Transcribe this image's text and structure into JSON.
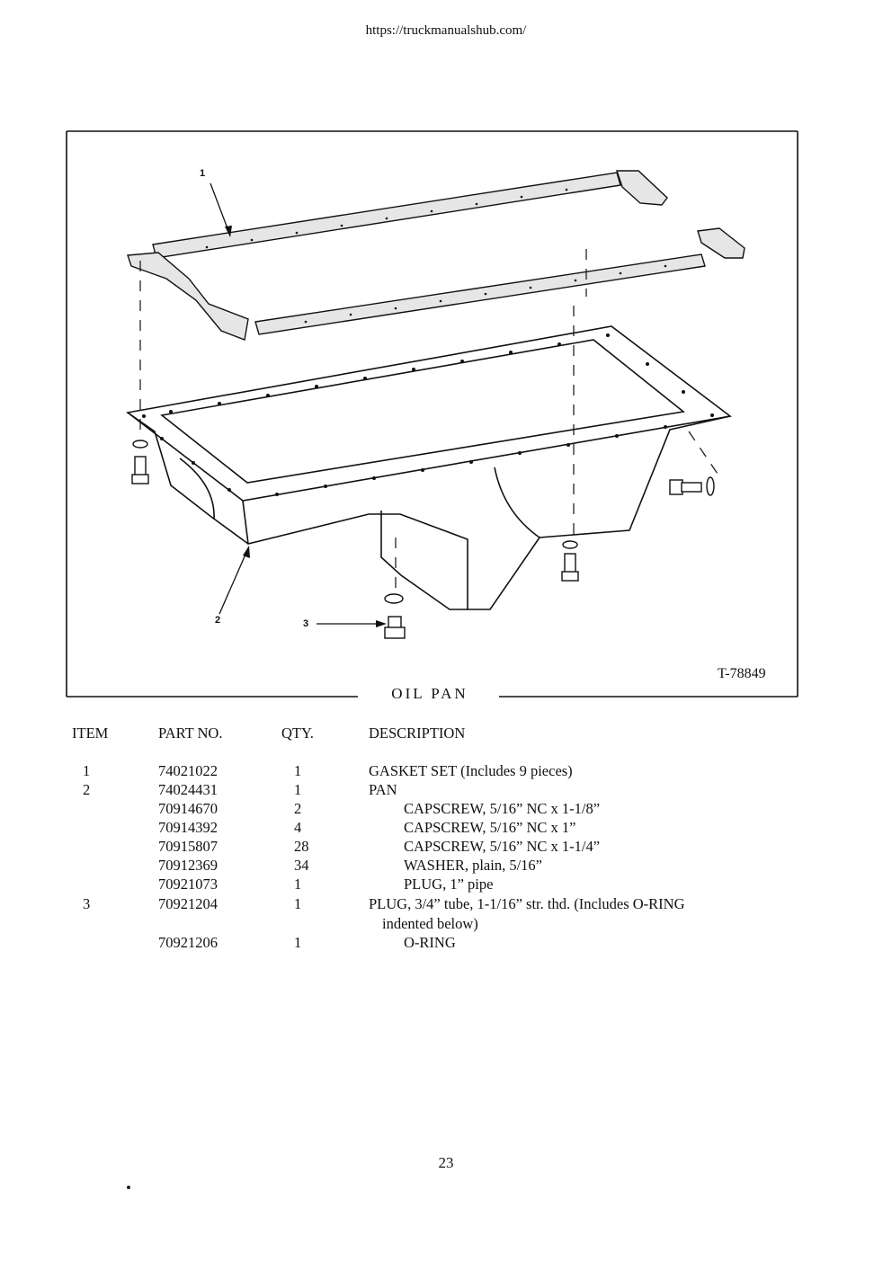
{
  "header": {
    "url": "https://truckmanualshub.com/"
  },
  "figure": {
    "caption": "OIL PAN",
    "figure_id": "T-78849",
    "callouts": [
      "1",
      "2",
      "3"
    ]
  },
  "parts_table": {
    "headers": {
      "item": "ITEM",
      "part_no": "PART NO.",
      "qty": "QTY.",
      "description": "DESCRIPTION"
    },
    "rows": [
      {
        "item": "1",
        "part_no": "74021022",
        "qty": "1",
        "description": "GASKET SET  (Includes 9 pieces)"
      },
      {
        "item": "2",
        "part_no": "74024431",
        "qty": "1",
        "description": "PAN"
      },
      {
        "item": "",
        "part_no": "70914670",
        "qty": "2",
        "description": "CAPSCREW, 5/16” NC  x  1-1/8”"
      },
      {
        "item": "",
        "part_no": "70914392",
        "qty": "4",
        "description": "CAPSCREW, 5/16” NC  x  1”"
      },
      {
        "item": "",
        "part_no": "70915807",
        "qty": "28",
        "description": "CAPSCREW, 5/16” NC  x  1-1/4”"
      },
      {
        "item": "",
        "part_no": "70912369",
        "qty": "34",
        "description": "WASHER, plain, 5/16”"
      },
      {
        "item": "",
        "part_no": "70921073",
        "qty": "1",
        "description": "PLUG, 1” pipe"
      },
      {
        "item": "3",
        "part_no": "70921204",
        "qty": "1",
        "description": "PLUG, 3/4” tube, 1-1/16” str. thd.  (Includes O-RING"
      },
      {
        "item": "",
        "part_no": "",
        "qty": "",
        "description": "indented below)"
      },
      {
        "item": "",
        "part_no": "70921206",
        "qty": "1",
        "description": "O-RING"
      }
    ]
  },
  "footer": {
    "page_number": "23"
  }
}
